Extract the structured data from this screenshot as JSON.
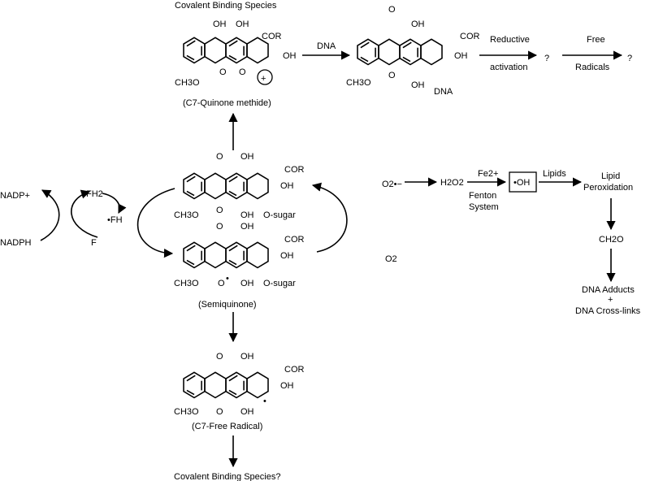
{
  "top": {
    "title": "Covalent Binding Species",
    "quinone_methide_caption": "(C7-Quinone methide)",
    "dna_arrow_label": "DNA",
    "dna_adduct_label": "DNA",
    "reductive_line1": "Reductive",
    "reductive_line2": "activation",
    "unknown_1": "?",
    "free_line1": "Free",
    "free_line2": "Radicals",
    "unknown_2": "?"
  },
  "molecule_labels": {
    "OH": "OH",
    "O": "O",
    "COR": "COR",
    "methoxy": "CH3O",
    "sugar": "O-sugar",
    "radical_dot": "•",
    "plus": "+"
  },
  "cycle": {
    "nadp_plus": "NADP+",
    "nadph": "NADPH",
    "fh2": "FH2",
    "fh_radical": "•FH",
    "f": "F",
    "semiquinone_caption": "(Semiquinone)"
  },
  "bottom": {
    "free_radical_caption": "(C7-Free Radical)",
    "final_label": "Covalent Binding Species?"
  },
  "oxygen_path": {
    "superoxide": "O2•−",
    "o2": "O2",
    "h2o2": "H2O2",
    "fe2": "Fe2+",
    "fenton_line1": "Fenton",
    "fenton_line2": "System",
    "hydroxyl_radical": "•OH",
    "lipids": "Lipids",
    "lipid_perox_line1": "Lipid",
    "lipid_perox_line2": "Peroxidation",
    "formaldehyde": "CH2O",
    "dna_adducts": "DNA Adducts",
    "plus_sign": "+",
    "dna_crosslinks": "DNA Cross-links"
  }
}
